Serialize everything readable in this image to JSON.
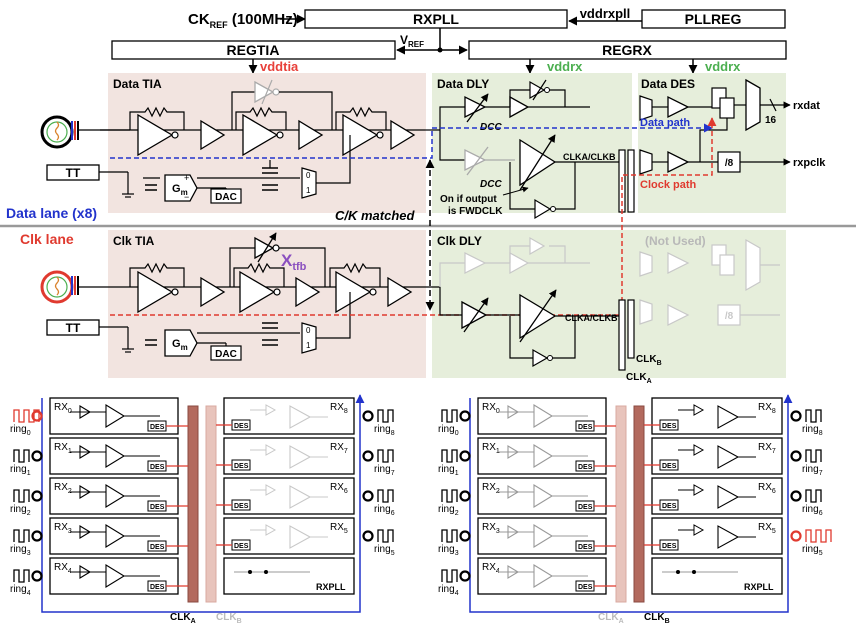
{
  "top": {
    "ckref_main": "CK",
    "ckref_sub": "REF",
    "ckref_freq": "(100MHz)",
    "rxpll": "RXPLL",
    "vddrxpll": "vddrxpll",
    "pllreg": "PLLREG",
    "regtia": "REGTIA",
    "vref_main": "V",
    "vref_sub": "REF",
    "regrx": "REGRX"
  },
  "supplies": {
    "vddtia": "vddtia",
    "vddrx_dly": "vddrx",
    "vddrx_des": "vddrx"
  },
  "blocks": {
    "data_tia": "Data TIA",
    "data_dly": "Data DLY",
    "data_des": "Data DES",
    "clk_tia": "Clk TIA",
    "clk_dly": "Clk DLY",
    "not_used": "(Not Used)"
  },
  "labels": {
    "tt": "TT",
    "dac": "DAC",
    "gm_main": "G",
    "gm_sub": "m",
    "mux0": "0",
    "mux1": "1",
    "dcc": "DCC",
    "clka_clkb": "CLKA/CLKB",
    "on_if_1": "On if output",
    "on_if_2": "is FWDCLK",
    "rxdat": "rxdat",
    "rxpclk": "rxpclk",
    "bus16": "16",
    "div8": "/8",
    "data_path": "Data path",
    "clock_path": "Clock path",
    "ck_matched": "C/K matched",
    "data_lane": "Data lane (x8)",
    "clk_lane": "Clk lane",
    "xtfb_main": "X",
    "xtfb_sub": "tfb",
    "clkb_main": "CLK",
    "clkb_sub": "B",
    "clka_main": "CLK",
    "clka_sub": "A"
  },
  "bottom": {
    "rx_prefix": "RX",
    "ring_prefix": "ring",
    "des": "DES",
    "rxpll": "RXPLL",
    "clk_main": "CLK",
    "clk_a_sub": "A",
    "clk_b_sub": "B",
    "left_indices": [
      "0",
      "1",
      "2",
      "3",
      "4"
    ],
    "right_indices": [
      "8",
      "7",
      "6",
      "5"
    ]
  },
  "colors": {
    "tia_bg": "#f2e4e0",
    "dly_bg": "#e6eedb",
    "supply_red": "#e8403a",
    "supply_green": "#4caf50",
    "data_path": "#2233cc",
    "clock_path": "#e03a2f",
    "purple": "#8a4fbf",
    "bar_dark": "#b36a5e",
    "bar_light": "#e8c4bc"
  }
}
